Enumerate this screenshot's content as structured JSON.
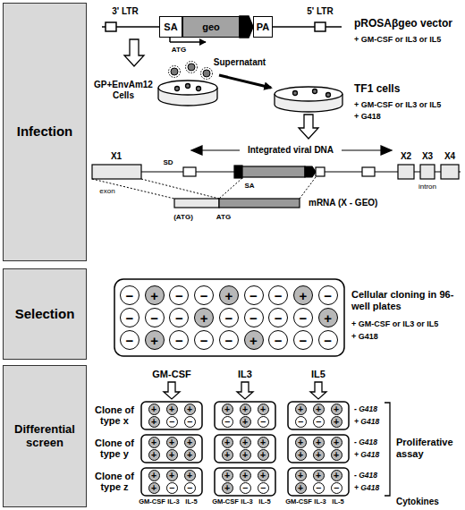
{
  "diagram": {
    "nodes": [
      {
        "text": [
          "Infection"
        ]
      },
      {
        "text": [
          "SA"
        ]
      },
      {
        "text": [
          "geo"
        ]
      },
      {
        "text": [
          "PA"
        ]
      },
      {
        "text": [
          "Selection"
        ]
      },
      {
        "text": [
          "−"
        ]
      },
      {
        "text": [
          "+"
        ]
      },
      {
        "text": [
          "−"
        ]
      },
      {
        "text": [
          "−"
        ]
      },
      {
        "text": [
          "+"
        ]
      },
      {
        "text": [
          "−"
        ]
      },
      {
        "text": [
          "−"
        ]
      },
      {
        "text": [
          "+"
        ]
      },
      {
        "text": [
          "−"
        ]
      },
      {
        "text": [
          "−"
        ]
      },
      {
        "text": [
          "−"
        ]
      },
      {
        "text": [
          "−"
        ]
      },
      {
        "text": [
          "+"
        ]
      },
      {
        "text": [
          "−"
        ]
      },
      {
        "text": [
          "−"
        ]
      },
      {
        "text": [
          "−"
        ]
      },
      {
        "text": [
          "−"
        ]
      },
      {
        "text": [
          "+"
        ]
      },
      {
        "text": [
          "−"
        ]
      },
      {
        "text": [
          "+"
        ]
      },
      {
        "text": [
          "−"
        ]
      },
      {
        "text": [
          "−"
        ]
      },
      {
        "text": [
          "−"
        ]
      },
      {
        "text": [
          "+"
        ]
      },
      {
        "text": [
          "−"
        ]
      },
      {
        "text": [
          "−"
        ]
      },
      {
        "text": [
          "−"
        ]
      },
      {
        "text": [
          "Differential screen"
        ]
      },
      {
        "text": [
          "+"
        ]
      },
      {
        "text": [
          "+"
        ]
      },
      {
        "text": [
          "+"
        ]
      },
      {
        "text": [
          "+"
        ]
      },
      {
        "text": [
          "+"
        ]
      },
      {
        "text": [
          "+"
        ]
      },
      {
        "text": [
          "+"
        ]
      },
      {
        "text": [
          "+"
        ]
      },
      {
        "text": [
          "+"
        ]
      },
      {
        "text": [
          "+"
        ]
      },
      {
        "text": [
          "−"
        ]
      },
      {
        "text": [
          "−"
        ]
      },
      {
        "text": [
          "−"
        ]
      },
      {
        "text": [
          "+"
        ]
      },
      {
        "text": [
          "−"
        ]
      },
      {
        "text": [
          "−"
        ]
      },
      {
        "text": [
          "−"
        ]
      },
      {
        "text": [
          "+"
        ]
      },
      {
        "text": [
          "+"
        ]
      },
      {
        "text": [
          "+"
        ]
      },
      {
        "text": [
          "+"
        ]
      },
      {
        "text": [
          "+"
        ]
      },
      {
        "text": [
          "+"
        ]
      },
      {
        "text": [
          "+"
        ]
      },
      {
        "text": [
          "+"
        ]
      },
      {
        "text": [
          "+"
        ]
      },
      {
        "text": [
          "+"
        ]
      },
      {
        "text": [
          "+"
        ]
      },
      {
        "text": [
          "+"
        ]
      },
      {
        "text": [
          "+"
        ]
      },
      {
        "text": [
          "+"
        ]
      },
      {
        "text": [
          "+"
        ]
      },
      {
        "text": [
          "+"
        ]
      },
      {
        "text": [
          "+"
        ]
      },
      {
        "text": [
          "+"
        ]
      },
      {
        "text": [
          "+"
        ]
      },
      {
        "text": [
          "+"
        ]
      },
      {
        "text": [
          "+"
        ]
      },
      {
        "text": [
          "+"
        ]
      },
      {
        "text": [
          "+"
        ]
      },
      {
        "text": [
          "+"
        ]
      },
      {
        "text": [
          "+"
        ]
      },
      {
        "text": [
          "+"
        ]
      },
      {
        "text": [
          "+"
        ]
      },
      {
        "text": [
          "+"
        ]
      },
      {
        "text": [
          "+"
        ]
      },
      {
        "text": [
          "−"
        ]
      },
      {
        "text": [
          "−"
        ]
      },
      {
        "text": [
          "+"
        ]
      },
      {
        "text": [
          "−"
        ]
      },
      {
        "text": [
          "−"
        ]
      },
      {
        "text": [
          "+"
        ]
      },
      {
        "text": [
          "−"
        ]
      },
      {
        "text": [
          "−"
        ]
      }
    ],
    "labels": [
      "3' LTR",
      "5' LTR",
      "pROSAβgeo vector",
      "+ GM-CSF or IL3 or IL5",
      "ATG",
      "GP+EnvAm12 Cells",
      "Supernatant",
      "TF1 cells",
      "+ GM-CSF or IL3 or IL5",
      "+ G418",
      "Integrated viral DNA",
      "X1",
      "SD",
      "X2",
      "X3",
      "X4",
      "exon",
      "SA",
      "intron",
      "mRNA (X - GEO)",
      "(ATG)",
      "ATG",
      "Cellular cloning in 96-well plates",
      "+ GM-CSF or IL3 or IL5",
      "+ G418",
      "GM-CSF",
      "IL3",
      "IL5",
      "Clone of type x",
      "- G418",
      "+ G418",
      "Clone of type y",
      "- G418",
      "+ G418",
      "Clone of type z",
      "- G418",
      "+ G418",
      "Proliferative assay",
      "GM-CSF",
      "IL-3",
      "IL-5",
      "GM-CSF",
      "IL-3",
      "IL-5",
      "GM-CSF",
      "IL-3",
      "IL-5",
      "Cytokines"
    ]
  }
}
